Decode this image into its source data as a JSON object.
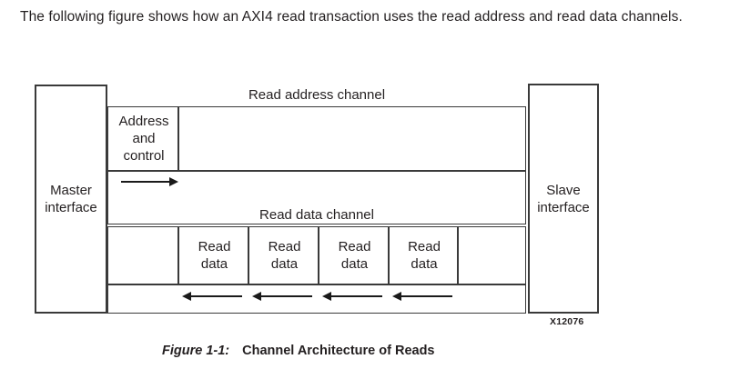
{
  "intro": {
    "paragraph": "The following figure shows how an AXI4 read transaction uses the read address and read data channels."
  },
  "figure": {
    "id_label": "X12076",
    "caption_number": "Figure 1-1:",
    "caption_title": "Channel Architecture of Reads",
    "master_interface": {
      "line1": "Master",
      "line2": "interface"
    },
    "slave_interface": {
      "line1": "Slave",
      "line2": "interface"
    },
    "read_address_channel": {
      "label": "Read address channel",
      "cell_line1": "Address",
      "cell_line2": "and",
      "cell_line3": "control",
      "arrow_direction": "right"
    },
    "read_data_channel": {
      "label": "Read data channel",
      "cells": [
        {
          "line1": "Read",
          "line2": "data"
        },
        {
          "line1": "Read",
          "line2": "data"
        },
        {
          "line1": "Read",
          "line2": "data"
        },
        {
          "line1": "Read",
          "line2": "data"
        }
      ],
      "arrow_direction": "left",
      "arrow_count": 4
    }
  },
  "colors": {
    "stroke": "#3a3a3a",
    "text": "#231f20",
    "background": "#ffffff"
  }
}
